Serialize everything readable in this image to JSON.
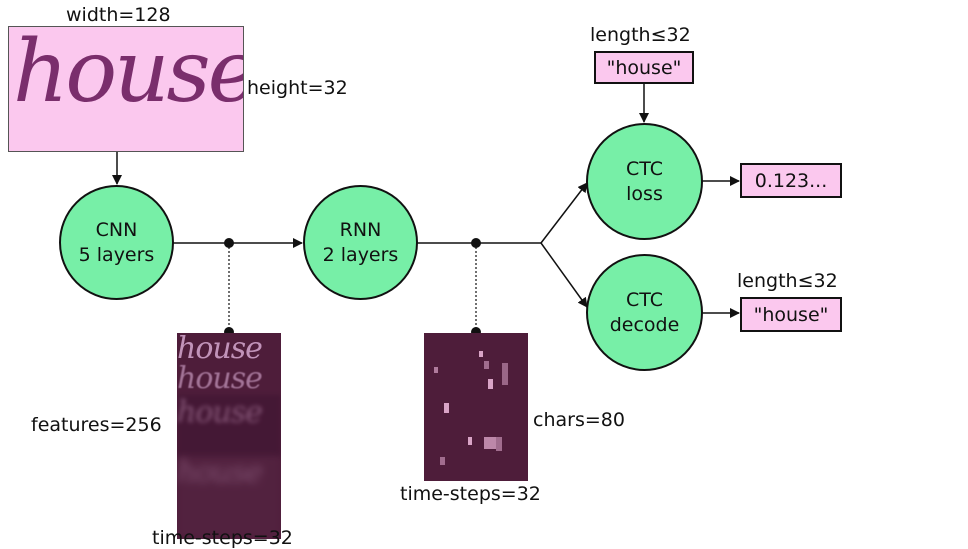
{
  "input": {
    "word": "house",
    "width_label": "width=128",
    "height_label": "height=32"
  },
  "cnn": {
    "line1": "CNN",
    "line2": "5 layers"
  },
  "rnn": {
    "line1": "RNN",
    "line2": "2 layers"
  },
  "features": {
    "bands": [
      "house",
      "house",
      "house",
      "house"
    ],
    "features_label": "features=256",
    "timesteps_label": "time-steps=32"
  },
  "chars": {
    "chars_label": "chars=80",
    "timesteps_label": "time-steps=32"
  },
  "ctc_loss": {
    "line1": "CTC",
    "line2": "loss",
    "ground_truth_text": "\"house\"",
    "ground_truth_label": "length≤32",
    "output": "0.123..."
  },
  "ctc_decode": {
    "line1": "CTC",
    "line2": "decode",
    "output": "\"house\"",
    "output_label": "length≤32"
  },
  "colors": {
    "node_fill": "#77efa7",
    "box_fill": "#fbc8ee",
    "map_fill": "#4e1d3a"
  }
}
